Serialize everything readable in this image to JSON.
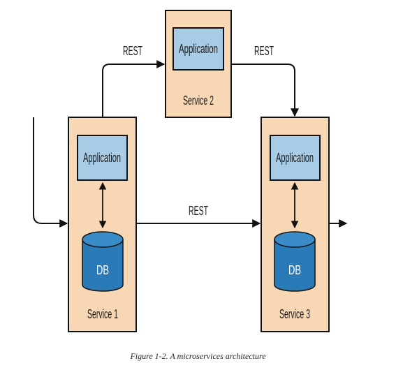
{
  "diagram": {
    "edge_labels": {
      "s1_to_s2": "REST",
      "s2_to_s3": "REST",
      "s1_to_s3": "REST"
    },
    "services": [
      {
        "id": "service1",
        "name": "Service 1",
        "app_label": "Application",
        "db_label": "DB"
      },
      {
        "id": "service2",
        "name": "Service 2",
        "app_label": "Application"
      },
      {
        "id": "service3",
        "name": "Service 3",
        "app_label": "Application",
        "db_label": "DB"
      }
    ]
  },
  "colors": {
    "service_fill": "#f8d8b4",
    "app_fill": "#a9cce6",
    "db_fill": "#2a7ab8",
    "db_top": "#3a8cc8",
    "stroke": "#111111"
  },
  "caption": "Figure 1-2. A microservices architecture"
}
